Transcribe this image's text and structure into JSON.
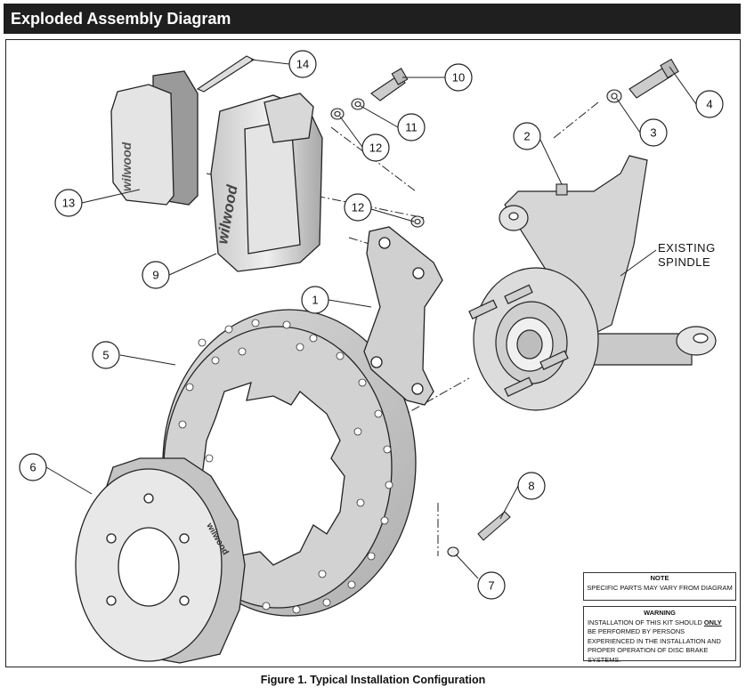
{
  "header": {
    "title": "Exploded Assembly Diagram"
  },
  "callouts": [
    "14",
    "10",
    "4",
    "11",
    "3",
    "2",
    "12",
    "12",
    "13",
    "9",
    "1",
    "5",
    "6",
    "8",
    "7"
  ],
  "spindle_label": {
    "line1": "EXISTING",
    "line2": "SPINDLE"
  },
  "note": {
    "title": "NOTE",
    "text": "SPECIFIC PARTS MAY VARY FROM DIAGRAM"
  },
  "warning": {
    "title": "WARNING",
    "text_before": "INSTALLATION OF THIS KIT SHOULD ",
    "emphasis": "ONLY",
    "text_after": " BE PERFORMED BY PERSONS EXPERIENCED IN THE INSTALLATION AND PROPER OPERATION OF DISC BRAKE SYSTEMS."
  },
  "brand_text": "wilwood",
  "caption": "Figure 1.  Typical Installation Configuration"
}
